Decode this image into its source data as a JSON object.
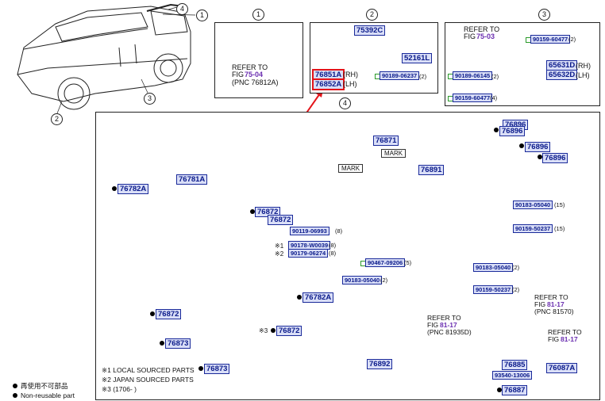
{
  "callouts": {
    "c1": "1",
    "c2": "2",
    "c3": "3",
    "c4": "4"
  },
  "panel1": {
    "refer_prefix": "REFER TO",
    "fig_label": "FIG",
    "fig_num": "75-04",
    "pnc": "(PNC 76812A)"
  },
  "panel2": {
    "p75392C": "75392C",
    "p52161L": "52161L",
    "p76851A": "76851A",
    "rh": "(RH)",
    "p76852A": "76852A",
    "lh": "(LH)",
    "p90189_06237": "90189-06237",
    "q90189_06237": "(2)"
  },
  "panel3": {
    "refer_prefix": "REFER TO",
    "fig_label": "FIG",
    "fig_num": "75-03",
    "p90159_60477a": "90159-60477",
    "q90159_60477a": "(2)",
    "p90189_06145": "90189-06145",
    "q90189_06145": "(2)",
    "p65631D": "65631D",
    "rh": "(RH)",
    "p65632D": "65632D",
    "lh": "(LH)",
    "p90159_60477b": "90159-60477",
    "q90159_60477b": "(4)"
  },
  "panel4": {
    "p76896_1": "76896",
    "p76896_2": "76896",
    "p76896_3": "76896",
    "p76896_4": "76896",
    "p76871": "76871",
    "p76891": "76891",
    "mark1": "MARK",
    "mark2": "MARK",
    "p76782A_1": "76782A",
    "p76781A": "76781A",
    "p76872_1": "76872",
    "p76872_2": "76872",
    "p76872_3": "76872",
    "p76872_4": "76872",
    "p76782A_2": "76782A",
    "p76873_1": "76873",
    "p76873_2": "76873",
    "p90119_06993": "90119-06993",
    "q90119_06993": "(8)",
    "mark_ref1": "※1",
    "p90178_W0039": "90178-W0039",
    "q90178_W0039": "(8)",
    "mark_ref2": "※2",
    "p90179_06274": "90179-06274",
    "q90179_06274": "(8)",
    "p90467_09206": "90467-09206",
    "q90467_09206": "(5)",
    "p90183_05040a": "90183-05040",
    "q90183_05040a": "(15)",
    "p90159_50237a": "90159-50237",
    "q90159_50237a": "(15)",
    "p90183_05040b": "90183-05040",
    "q90183_05040b": "(2)",
    "p90183_05040c": "90183-05040",
    "q90183_05040c": "(2)",
    "p90159_50237b": "90159-50237",
    "q90159_50237b": "(2)",
    "mark_ref3": "※3",
    "p76892": "76892",
    "p76885": "76885",
    "p93540_13006": "93540-13006",
    "p76087A": "76087A",
    "p76887": "76887",
    "refer_a_prefix": "REFER TO",
    "refer_a_fig": "FIG",
    "refer_a_num": "81-17",
    "refer_a_pnc": "(PNC 81570)",
    "refer_b_prefix": "REFER TO",
    "refer_b_fig": "FIG",
    "refer_b_num": "81-17",
    "refer_b_pnc": "(PNC 81935D)",
    "refer_c_prefix": "REFER TO",
    "refer_c_fig": "FIG",
    "refer_c_num": "81-17"
  },
  "notes": {
    "n1": "※1  LOCAL SOURCED PARTS",
    "n2": "※2  JAPAN SOURCED PARTS",
    "n3": "※3  (1706-          )"
  },
  "legend": {
    "jp": "再使用不可部品",
    "en": "Non-reusable part"
  },
  "colors": {
    "part_fill": "#d9def7",
    "part_border": "#1a2a9a",
    "highlight": "#e4141a",
    "fig_ref": "#6b2fb0",
    "qty_box": "#2a9a2a"
  }
}
